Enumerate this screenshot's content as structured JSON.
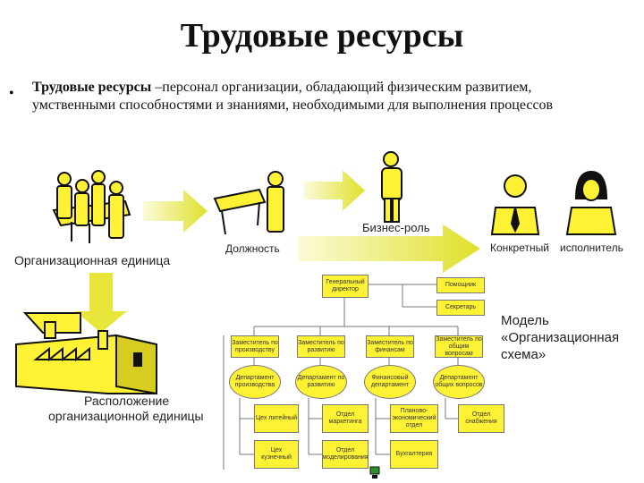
{
  "title": "Трудовые ресурсы",
  "definition": {
    "term": "Трудовые ресурсы",
    "text": " –персонал организации, обладающий физическим развитием, умственными способностями и знаниями, необходимыми для выполнения процессов"
  },
  "labels": {
    "org_unit": "Организационная единица",
    "position": "Должность",
    "business_role": "Бизнес-роль",
    "concrete": "Конкретный",
    "executor": "исполнитель",
    "location_line1": "Расположение",
    "location_line2": "организационной единицы",
    "model_line1": "Модель",
    "model_line2": "«Организационная",
    "model_line3": "схема»"
  },
  "org_chart": {
    "director": "Генеральный директор",
    "assistant": "Помощник",
    "secretary": "Секретарь",
    "deputies": [
      "Заместитель по производству",
      "Заместитель по развитию",
      "Заместитель по финансам",
      "Заместитель по общим вопросам"
    ],
    "departments": [
      "Департамент производства",
      "Департамент по развитию",
      "Финансовый департамент",
      "Департамент общих вопросов"
    ],
    "units": [
      "Цех литейный",
      "Отдел маркетинга",
      "Планово-экономический отдел",
      "Отдел снабжения",
      "Цех кузнечный",
      "Отдел моделирования",
      "Бухгалтерия"
    ]
  },
  "colors": {
    "accent": "#fff235",
    "arrow": "#e6e63a",
    "outline": "#111111"
  }
}
